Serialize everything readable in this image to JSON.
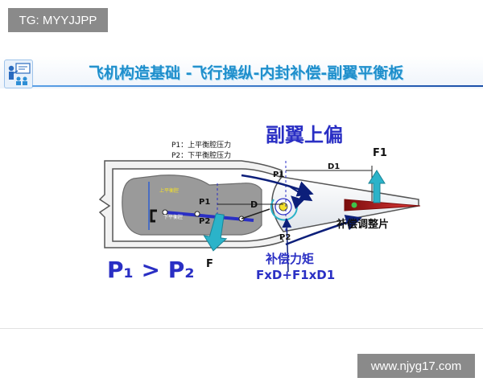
{
  "watermark_top": "TG: MYYJJPP",
  "watermark_bottom": "www.njyg17.com",
  "slide": {
    "title": "飞机构造基础 -飞行操纵-内封补偿-副翼平衡板",
    "logo_icon": "teacher-presentation-icon"
  },
  "diagram": {
    "heading": "副翼上偏",
    "legend_p1": "P1：上平衡腔压力",
    "legend_p2": "P2：下平衡腔压力",
    "upper_chamber": "上平衡腔",
    "lower_chamber": "下平衡腔",
    "label_p1_top": "P1",
    "label_p1_inner": "P1",
    "label_p2_inner": "P2",
    "label_p2_bottom": "P2",
    "label_d": "D",
    "label_d1": "D1",
    "label_f": "F",
    "label_f1": "F1",
    "tab_label": "补偿调整片",
    "moment_label": "补偿力矩",
    "formula": "FxD+F1xD1",
    "comparison": "P₁ > P₂",
    "colors": {
      "title_cyan": "#1f8fcc",
      "heading_blue": "#2a2fc4",
      "arrow_cyan": "#2bb3c9",
      "flow_navy": "#0c1f7a",
      "tab_red": "#c81e1e"
    }
  }
}
